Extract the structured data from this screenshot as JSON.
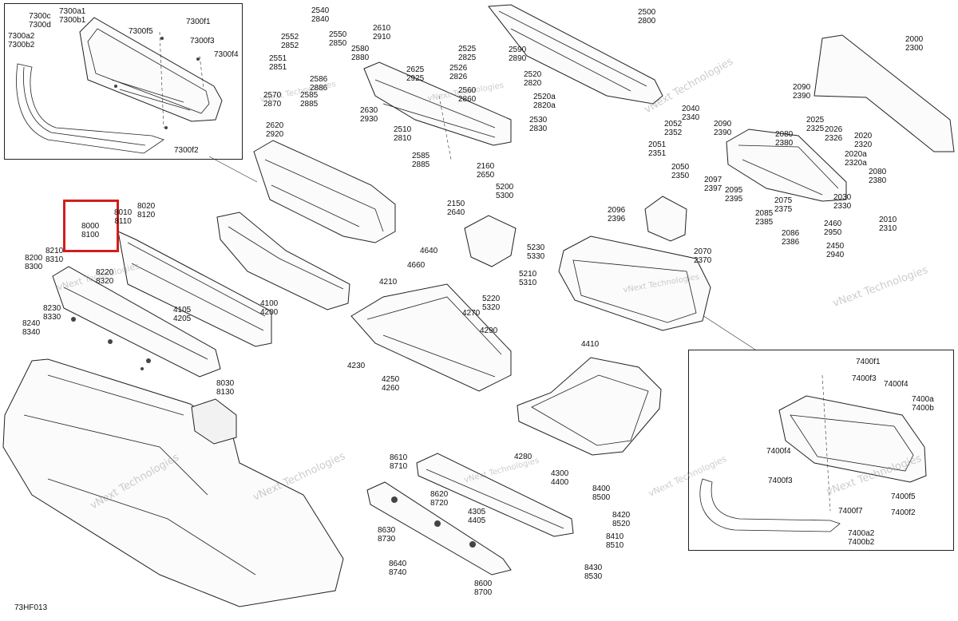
{
  "figure_code": "73HF013",
  "watermark_text": "vNext Technologies",
  "highlight_color": "#d21d1d",
  "callouts": {
    "c7300c": "7300c",
    "c7300d": "7300d",
    "c7300a1": "7300a1",
    "c7300b1": "7300b1",
    "c7300a2": "7300a2",
    "c7300b2": "7300b2",
    "c7300f5": "7300f5",
    "c7300f1": "7300f1",
    "c7300f3": "7300f3",
    "c7300f4": "7300f4",
    "c7300f2": "7300f2",
    "c2540": "2540",
    "c2840": "2840",
    "c2552": "2552",
    "c2852": "2852",
    "c2550": "2550",
    "c2850": "2850",
    "c2551": "2551",
    "c2851": "2851",
    "c2586": "2586",
    "c2886": "2886",
    "c2570": "2570",
    "c2870": "2870",
    "c2585b": "2585",
    "c2885b": "2885",
    "c2620": "2620",
    "c2920": "2920",
    "c2610": "2610",
    "c2910": "2910",
    "c2580": "2580",
    "c2880": "2880",
    "c2625": "2625",
    "c2925": "2925",
    "c2630": "2630",
    "c2930": "2930",
    "c2510": "2510",
    "c2810": "2810",
    "c2525": "2525",
    "c2825": "2825",
    "c2526": "2526",
    "c2826": "2826",
    "c2520": "2520",
    "c2820": "2820",
    "c2520a": "2520a",
    "c2820a": "2820a",
    "c2560": "2560",
    "c2860": "2860",
    "c2530": "2530",
    "c2830": "2830",
    "c2590": "2590",
    "c2890": "2890",
    "c2500": "2500",
    "c2800": "2800",
    "c2585": "2585",
    "c2885": "2885",
    "c2160": "2160",
    "c2650": "2650",
    "c2150": "2150",
    "c2640": "2640",
    "c2000": "2000",
    "c2300": "2300",
    "c2090a": "2090",
    "c2390a": "2390",
    "c2040": "2040",
    "c2340": "2340",
    "c2052": "2052",
    "c2352": "2352",
    "c2090b": "2090",
    "c2390b": "2390",
    "c2025": "2025",
    "c2325": "2325",
    "c2080": "2080",
    "c2380": "2380",
    "c2026": "2026",
    "c2326": "2326",
    "c2020": "2020",
    "c2320": "2320",
    "c2020a": "2020a",
    "c2320a": "2320a",
    "c2051": "2051",
    "c2351": "2351",
    "c2050": "2050",
    "c2350": "2350",
    "c2097": "2097",
    "c2397": "2397",
    "c2095": "2095",
    "c2395": "2395",
    "c2080b": "2080",
    "c2380b": "2380",
    "c2075": "2075",
    "c2375": "2375",
    "c2030": "2030",
    "c2330": "2330",
    "c2096": "2096",
    "c2396": "2396",
    "c2085": "2085",
    "c2385": "2385",
    "c2010": "2010",
    "c2310": "2310",
    "c2460": "2460",
    "c2950": "2950",
    "c2086": "2086",
    "c2386": "2386",
    "c2450": "2450",
    "c2940": "2940",
    "c2070": "2070",
    "c2370": "2370",
    "c8000": "8000",
    "c8100": "8100",
    "c8010": "8010",
    "c8110": "8110",
    "c8020": "8020",
    "c8120": "8120",
    "c8210": "8210",
    "c8310": "8310",
    "c8200": "8200",
    "c8300": "8300",
    "c8220": "8220",
    "c8320": "8320",
    "c8230": "8230",
    "c8330": "8330",
    "c8240": "8240",
    "c8340": "8340",
    "c4105": "4105",
    "c4205": "4205",
    "c8030": "8030",
    "c8130": "8130",
    "c4100": "4100",
    "c4200": "4200",
    "c4210": "4210",
    "c5200": "5200",
    "c5300": "5300",
    "c5230": "5230",
    "c5330": "5330",
    "c4640": "4640",
    "c4660": "4660",
    "c5210": "5210",
    "c5310": "5310",
    "c5220": "5220",
    "c5320": "5320",
    "c4270": "4270",
    "c4290": "4290",
    "c4230": "4230",
    "c4250": "4250",
    "c4260": "4260",
    "c4410": "4410",
    "c4280": "4280",
    "c4300": "4300",
    "c4400": "4400",
    "c7400f1": "7400f1",
    "c7400f3": "7400f3",
    "c7400f4": "7400f4",
    "c7400a": "7400a",
    "c7400b": "7400b",
    "c7400f4b": "7400f4",
    "c7400f3b": "7400f3",
    "c7400f5": "7400f5",
    "c7400f7": "7400f7",
    "c7400f2": "7400f2",
    "c7400a2": "7400a2",
    "c7400b2": "7400b2",
    "c8610": "8610",
    "c8710": "8710",
    "c8620": "8620",
    "c8720": "8720",
    "c4305": "4305",
    "c4405": "4405",
    "c8400": "8400",
    "c8500": "8500",
    "c8420": "8420",
    "c8520": "8520",
    "c8410": "8410",
    "c8510": "8510",
    "c8630": "8630",
    "c8730": "8730",
    "c8640": "8640",
    "c8740": "8740",
    "c8430": "8430",
    "c8530": "8530",
    "c8600": "8600",
    "c8700": "8700"
  }
}
